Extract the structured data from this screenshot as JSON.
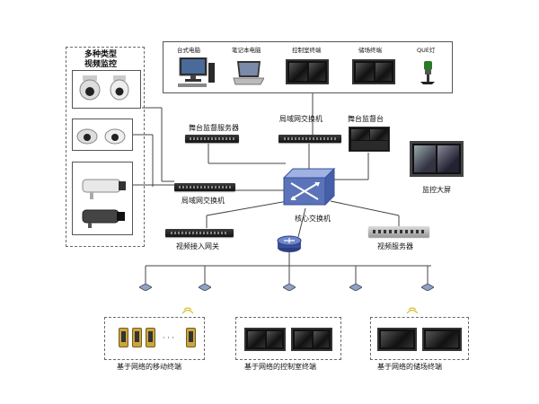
{
  "left_panel": {
    "title_line1": "多种类型",
    "title_line2": "视频监控"
  },
  "top_terminals": [
    {
      "label": "台式电脑",
      "icon": "desktop-computer-icon"
    },
    {
      "label": "笔记本电脑",
      "icon": "laptop-icon"
    },
    {
      "label": "控制室终端",
      "icon": "control-room-monitor-icon"
    },
    {
      "label": "储场终端",
      "icon": "venue-monitor-icon"
    },
    {
      "label": "QUE灯",
      "icon": "que-light-icon"
    }
  ],
  "labels": {
    "monitor_server": "舞台监督服务器",
    "lan_switch_top": "局域网交换机",
    "monitor_console": "舞台监督台",
    "big_screen": "监控大屏",
    "lan_switch_left": "局域网交换机",
    "core_switch": "核心交换机",
    "video_gateway": "视频接入网关",
    "video_server": "视频服务器",
    "phone_ellipsis": "· · ·"
  },
  "bottom_groups": [
    {
      "label": "基于网络的移动终端"
    },
    {
      "label": "基于网络的控制室终端"
    },
    {
      "label": "基于网络的储场终端"
    }
  ],
  "colors": {
    "line": "#444444",
    "box_border": "#555555",
    "router": "#3a4f9a",
    "core_switch": "#5b73b8"
  }
}
